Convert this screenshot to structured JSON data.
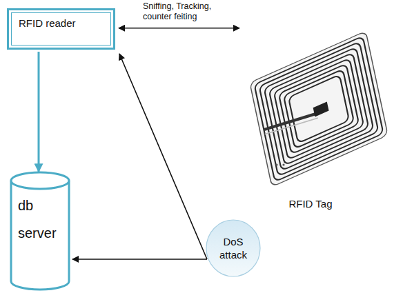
{
  "diagram": {
    "nodes": [
      {
        "text": [
          "RFID reader"
        ]
      },
      {
        "text": [
          "RFID Tag"
        ]
      },
      {
        "text": [
          "db server"
        ]
      },
      {
        "text": [
          "DoS attack"
        ]
      }
    ],
    "edges": [
      {
        "from": 0,
        "to": 1,
        "arrow": "both",
        "label": "Sniffing, Tracking, counter feiting"
      },
      {
        "from": 0,
        "to": 2,
        "arrow": "to"
      },
      {
        "from": 3,
        "to": 0,
        "arrow": "to"
      },
      {
        "from": 3,
        "to": 2,
        "arrow": "to"
      }
    ]
  }
}
